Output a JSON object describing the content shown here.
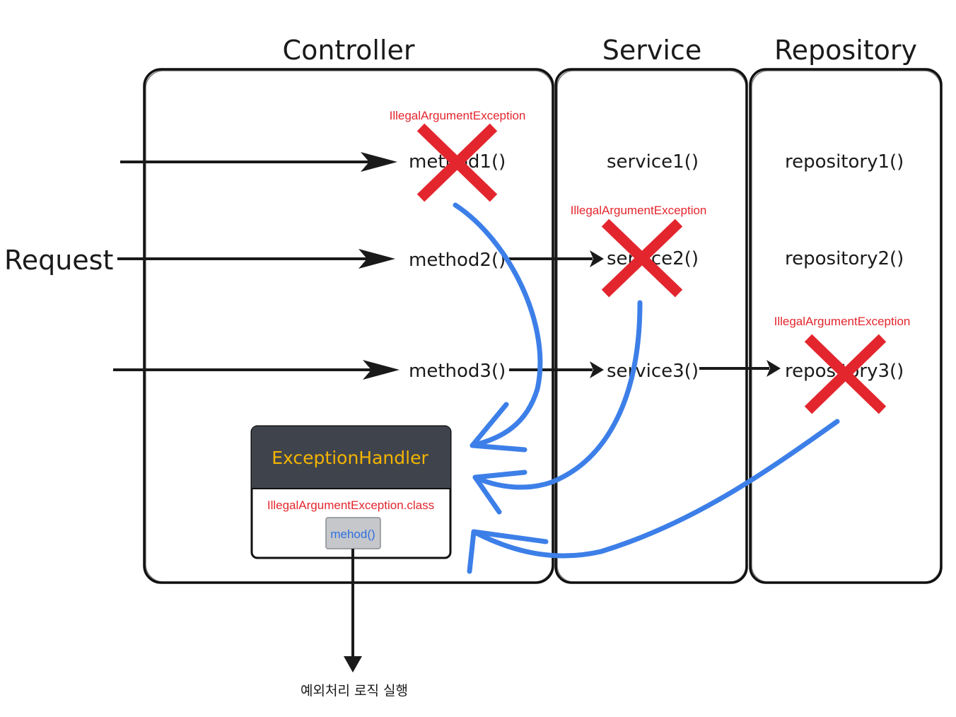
{
  "layers": {
    "controller": "Controller",
    "service": "Service",
    "repository": "Repository"
  },
  "request_label": "Request",
  "controller_methods": [
    "method1()",
    "method2()",
    "method3()"
  ],
  "service_methods": [
    "service1()",
    "service2()",
    "service3()"
  ],
  "repository_methods": [
    "repository1()",
    "repository2()",
    "repository3()"
  ],
  "exception_name": "IllegalArgumentException",
  "handler": {
    "title": "ExceptionHandler",
    "exception_class": "IllegalArgumentException.class",
    "method": "mehod()"
  },
  "result_label": "예외처리 로직 실행",
  "colors": {
    "exception_red": "#e3262e",
    "flow_blue": "#3d7fe8",
    "handler_header": "#3f444c",
    "handler_title": "#f4b400"
  }
}
